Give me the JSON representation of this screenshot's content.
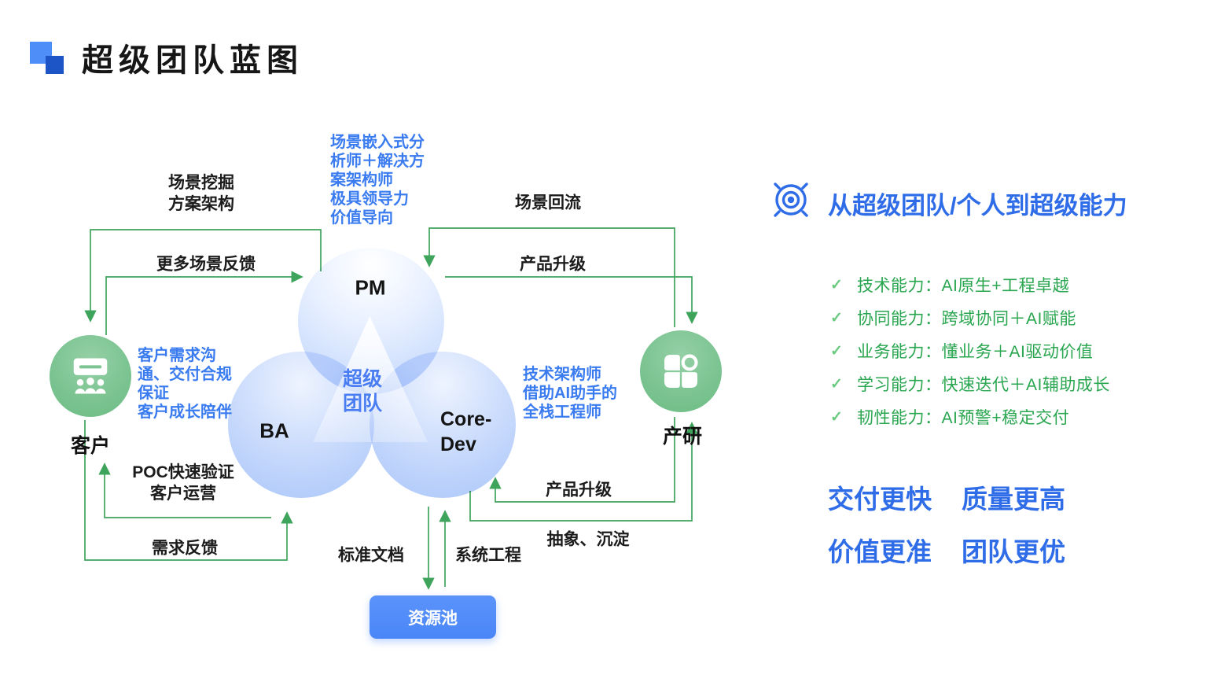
{
  "header": {
    "title": "超级团队蓝图"
  },
  "venn": {
    "pm_label": "PM",
    "ba_label": "BA",
    "coredev_label": "Core-\nDev",
    "center_label": "超级\n团队"
  },
  "entities": {
    "customer_label": "客户",
    "product_label": "产研",
    "resource_pool_label": "资源池"
  },
  "annotations": {
    "pm_role": "场景嵌入式分\n析师＋解决方\n案架构师\n极具领导力\n价值导向",
    "customer_role": "客户需求沟\n通、交付合规\n保证\n客户成长陪伴",
    "coredev_role": "技术架构师\n借助AI助手的\n全栈工程师"
  },
  "flows": {
    "scene_mining": "场景挖掘\n方案架构",
    "more_scene_feedback": "更多场景反馈",
    "scene_backflow": "场景回流",
    "product_upgrade_top": "产品升级",
    "poc_validation": "POC快速验证\n客户运营",
    "requirement_feedback": "需求反馈",
    "product_upgrade_bottom": "产品升级",
    "abstraction_sedimentation": "抽象、沉淀",
    "standard_docs": "标准文档",
    "system_engineering": "系统工程"
  },
  "panel": {
    "heading": "从超级团队/个人到超级能力",
    "check_glyph": "✓",
    "items": [
      "技术能力：AI原生+工程卓越",
      "协同能力：跨域协同＋AI赋能",
      "业务能力：懂业务＋AI驱动价值",
      "学习能力：快速迭代＋AI辅助成长",
      "韧性能力：AI预警+稳定交付"
    ],
    "slogans": [
      "交付更快",
      "质量更高",
      "价值更准",
      "团队更优"
    ]
  },
  "colors": {
    "accent_blue": "#2f6ce8",
    "annotation_blue": "#3a7cf0",
    "arrow_green": "#3fa45b",
    "capability_green": "#29a64f",
    "node_green": "#7cc492",
    "venn_blue": "#bcd2fb",
    "button_blue": "#4a86f8"
  }
}
